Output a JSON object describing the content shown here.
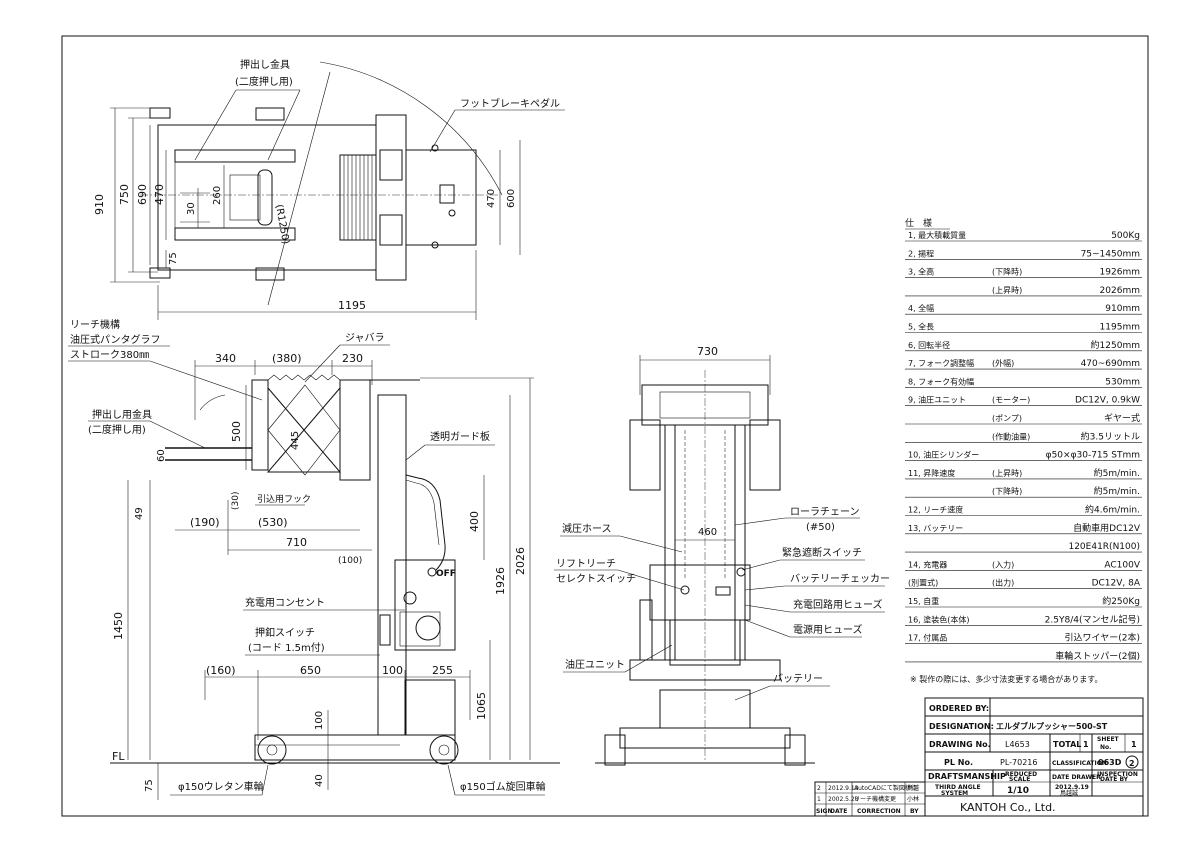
{
  "colors": {
    "line": "#111111",
    "paper": "#ffffff"
  },
  "plan_view": {
    "oshidashi_label1": "押出し金具",
    "oshidashi_label2": "(二度押し用)",
    "foot_brake": "フットブレーキペダル",
    "radius": "(R1250)",
    "d910": "910",
    "d750": "750",
    "d690": "690",
    "d470": "470",
    "d30": "30",
    "d260": "260",
    "d75": "75",
    "d470r": "470",
    "d600": "600",
    "d1195": "1195"
  },
  "side_view": {
    "reach1": "リーチ機構",
    "reach2": "油圧式パンタグラフ",
    "reach3": "ストローク380㎜",
    "jabara": "ジャバラ",
    "d340": "340",
    "d380": "(380)",
    "d230": "230",
    "push1": "押出し用金具",
    "push2": "(二度押し用)",
    "d500": "500",
    "d445": "445",
    "d60": "60",
    "guard": "透明ガード板",
    "d49": "49",
    "d30p": "(30)",
    "hook": "引込用フック",
    "d190": "(190)",
    "d530": "(530)",
    "d710": "710",
    "d400": "400",
    "d100p": "(100)",
    "d1926": "1926",
    "d2026": "2026",
    "off": "OFF",
    "outlet": "充電用コンセント",
    "pb1": "押釦スイッチ",
    "pb2": "(コード 1.5m付)",
    "d1450": "1450",
    "d1065": "1065",
    "d160": "(160)",
    "d650": "650",
    "d100": "100",
    "d255": "255",
    "d100v": "100",
    "d40": "40",
    "d75": "75",
    "fl": "FL",
    "wheel1": "φ150ウレタン車輪",
    "wheel2": "φ150ゴム旋回車輪"
  },
  "front_view": {
    "d730": "730",
    "hose": "減圧ホース",
    "chain1": "ローラチェーン",
    "chain2": "(#50)",
    "d460": "460",
    "select1": "リフトリーチ",
    "select2": "セレクトスイッチ",
    "estop": "緊急遮断スイッチ",
    "checker": "バッテリーチェッカー",
    "fuse1": "充電回路用ヒューズ",
    "fuse2": "電源用ヒューズ",
    "unit": "油圧ユニット",
    "battery": "バッテリー"
  },
  "specs": {
    "title": "仕　様",
    "rows": [
      {
        "a": "1, 最大積載質量",
        "b": "",
        "c": "500Kg"
      },
      {
        "a": "2, 揚程",
        "b": "",
        "c": "75~1450mm"
      },
      {
        "a": "3, 全高",
        "b": "(下降時)",
        "c": "1926mm"
      },
      {
        "a": "",
        "b": "(上昇時)",
        "c": "2026mm"
      },
      {
        "a": "4, 全幅",
        "b": "",
        "c": "910mm"
      },
      {
        "a": "5, 全長",
        "b": "",
        "c": "1195mm"
      },
      {
        "a": "6, 回転半径",
        "b": "",
        "c": "約1250mm"
      },
      {
        "a": "7, フォーク調整幅",
        "b": "(外幅)",
        "c": "470~690mm"
      },
      {
        "a": "8, フォーク有効幅",
        "b": "",
        "c": "530mm"
      },
      {
        "a": "9, 油圧ユニット",
        "b": "(モーター)",
        "c": "DC12V, 0.9kW"
      },
      {
        "a": "",
        "b": "(ポンプ)",
        "c": "ギヤー式"
      },
      {
        "a": "",
        "b": "(作動油量)",
        "c": "約3.5リットル"
      },
      {
        "a": "10, 油圧シリンダー",
        "b": "",
        "c": "φ50×φ30-715 STmm"
      },
      {
        "a": "11, 昇降速度",
        "b": "(上昇時)",
        "c": "約5m/min."
      },
      {
        "a": "",
        "b": "(下降時)",
        "c": "約5m/min."
      },
      {
        "a": "12, リーチ速度",
        "b": "",
        "c": "約4.6m/min."
      },
      {
        "a": "13, バッテリー",
        "b": "",
        "c": "自動車用DC12V"
      },
      {
        "a": "",
        "b": "",
        "c": "120E41R(N100)"
      },
      {
        "a": "14, 充電器",
        "b": "(入力)",
        "c": "AC100V"
      },
      {
        "a": "(別置式)",
        "b": "(出力)",
        "c": "DC12V, 8A"
      },
      {
        "a": "15, 自重",
        "b": "",
        "c": "約250Kg"
      },
      {
        "a": "16, 塗装色(本体)",
        "b": "",
        "c": "2.5Y8/4(マンセル記号)"
      },
      {
        "a": "17, 付属品",
        "b": "",
        "c": "引込ワイヤー(2本)"
      },
      {
        "a": "",
        "b": "",
        "c": "車輪ストッパー(2個)"
      }
    ],
    "note": "※ 製作の際には、多少寸法変更する場合があります。"
  },
  "title_block": {
    "ordered_by_label": "ORDERED BY:",
    "ordered_by": "",
    "designation_label": "DESIGNATION:",
    "designation": "エルダブルプッシャー500-ST",
    "drawing_no_label": "DRAWING No.",
    "drawing_no": "L4653",
    "total_label": "TOTAL",
    "total": "1",
    "sheet_label1": "SHEET",
    "sheet_label2": "No.",
    "sheet": "1",
    "pl_no_label": "PL No.",
    "pl_no": "PL-70216",
    "classification_label": "CLASSIFICATION",
    "classification": "063D",
    "circle": "2",
    "draftsmanship": "DRAFTSMANSHIP",
    "reduced1": "REDUCED",
    "reduced2": "SCALE",
    "date_drawer": "DATE DRAWER",
    "inspection1": "INSPECTION",
    "inspection2": "DATE BY",
    "third1": "THIRD ANGLE",
    "third2": "SYSTEM",
    "scale": "1/10",
    "date1": "2012.9.19",
    "date2": "鳥越誠",
    "company": "KANTOH Co., Ltd."
  },
  "revisions": {
    "rows": [
      {
        "mark": "2",
        "date": "2012.9.13",
        "desc": "AutoCADにて製図移行",
        "by": "鳥越"
      },
      {
        "mark": "1",
        "date": "2002.5.28",
        "desc": "リーチ機構変更",
        "by": "小林"
      }
    ],
    "hdr_sign": "SIGN",
    "hdr_date": "DATE",
    "hdr_correction": "CORRECTION",
    "hdr_by": "BY"
  }
}
